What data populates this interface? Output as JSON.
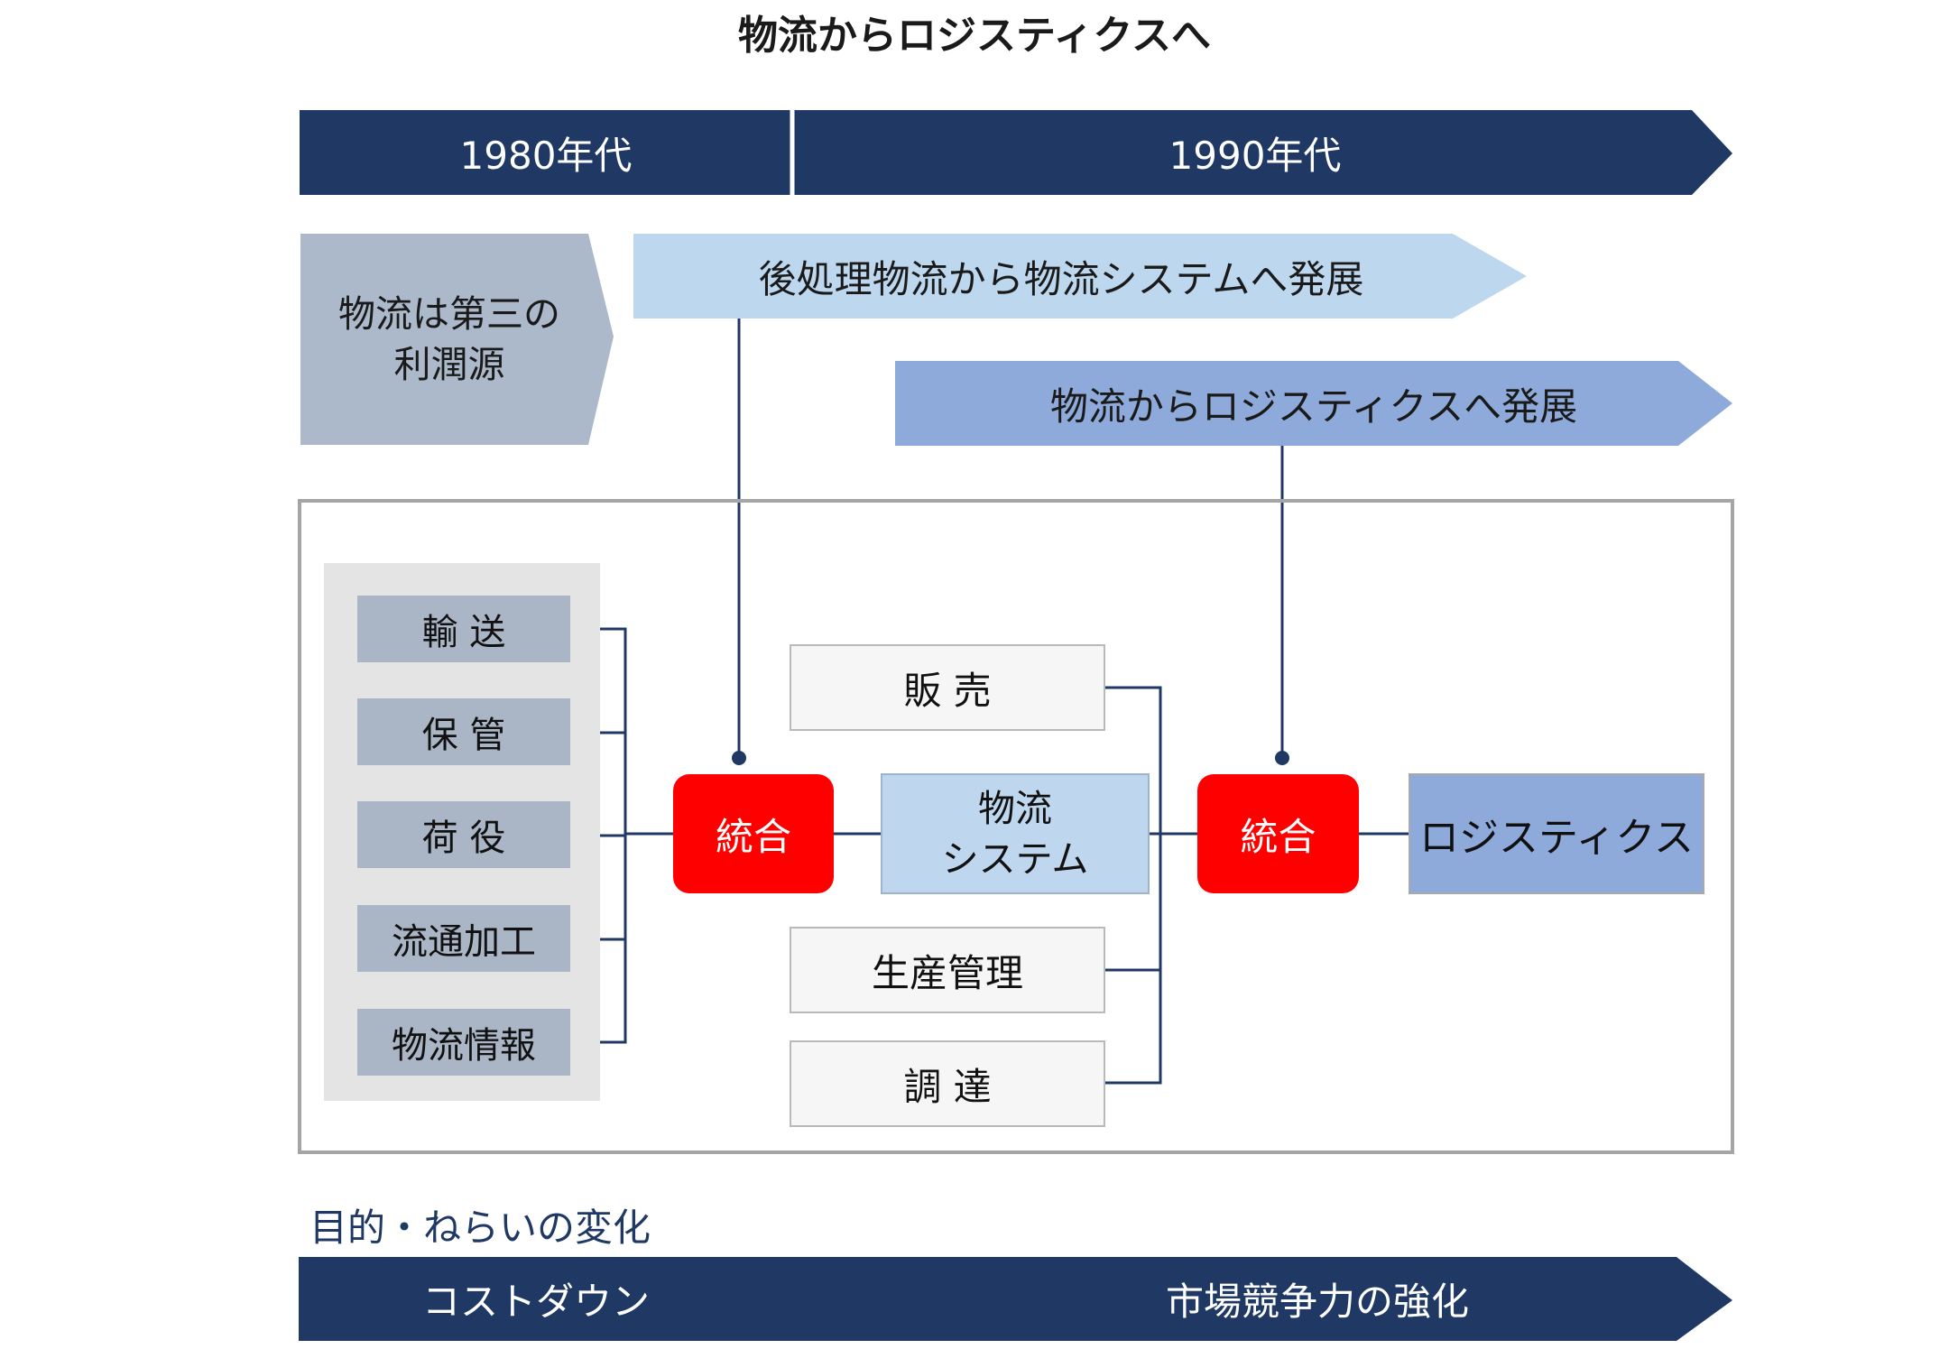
{
  "title": "物流からロジスティクスへ",
  "colors": {
    "navy": "#1f3864",
    "gray_arrow": "#acb9ca",
    "light_blue": "#bdd7ee",
    "mid_blue": "#8eaadb",
    "integrate_red": "#ff0000",
    "connector": "#1f3864"
  },
  "timeline": {
    "era_1980": "1980年代",
    "era_1990": "1990年代"
  },
  "developments": {
    "left_line1": "物流は第三の",
    "left_line2": "利潤源",
    "phase1": "後処理物流から物流システムへ発展",
    "phase2": "物流からロジスティクスへ発展"
  },
  "functions": [
    "輸 送",
    "保 管",
    "荷 役",
    "流通加工",
    "物流情報"
  ],
  "integrate_label": "統合",
  "logistics_system": {
    "line1": "物流",
    "line2": "システム"
  },
  "business": {
    "sales": "販 売",
    "production": "生産管理",
    "procurement": "調 達"
  },
  "logistics_label": "ロジスティクス",
  "purpose": {
    "heading": "目的・ねらいの変化",
    "left": "コストダウン",
    "right": "市場競争力の強化"
  }
}
